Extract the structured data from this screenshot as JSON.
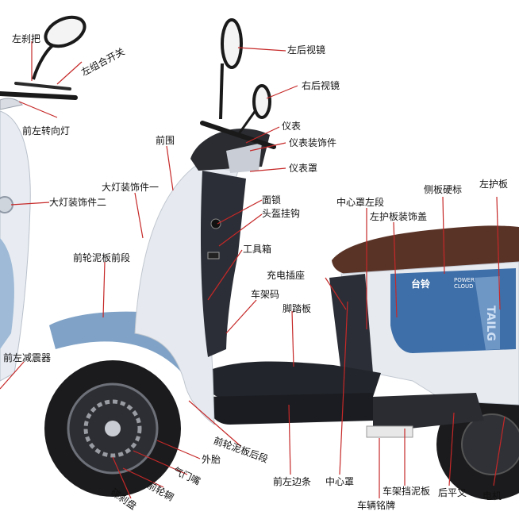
{
  "labels": {
    "zuo_sha_ba": "左刹把",
    "zuo_zu_he_kai_guan": "左组合开关",
    "qian_zuo_zhuan_xiang_deng": "前左转向灯",
    "zuo_hou_shi_jing": "左后视镜",
    "you_hou_shi_jing": "右后视镜",
    "yi_biao": "仪表",
    "yi_biao_zhuang_shi_jian": "仪表装饰件",
    "yi_biao_zhao": "仪表罩",
    "qian_wei": "前围",
    "da_deng_zhuang_shi_jian_yi": "大灯装饰件一",
    "da_deng_zhuang_shi_jian_er": "大灯装饰件二",
    "mian_suo": "面锁",
    "tou_kui_gua_gou": "头盔挂钩",
    "gong_ju_xiang": "工具箱",
    "qian_lun_ni_ban_qian_duan": "前轮泥板前段",
    "chong_dian_cha_zuo": "充电插座",
    "che_jia_ma": "车架码",
    "jiao_ta_ban": "脚踏板",
    "zhong_xin_zhao_zuo_duan": "中心罩左段",
    "zuo_hu_ban_zhuang_shi_gai": "左护板装饰盖",
    "ce_ban_ying_biao": "侧板硬标",
    "zuo_hu_ban": "左护板",
    "qian_zuo_jian_zhen_qi": "前左减震器",
    "qian_lun_ni_ban_hou_duan": "前轮泥板后段",
    "wai_tai": "外胎",
    "qi_men_zui": "气门嘴",
    "qian_lun_gu": "前轮辋",
    "die_sha_pan": "碟刹盘",
    "qian_zuo_bian_tiao": "前左边条",
    "zhong_xin_zhao": "中心罩",
    "che_jia_dang_ni_ban": "车架挡泥板",
    "che_liang_ming_pai": "车辆铭牌",
    "hou_ping_cha": "后平叉",
    "dian_ji": "电机"
  },
  "decal": {
    "brand": "台铃",
    "power_line1": "POWER",
    "power_line2": "CLOUD",
    "side_text": "TAILG"
  },
  "colors": {
    "body": "#e6eaf0",
    "dark_panel": "#2b2e36",
    "seat": "#5a3327",
    "blue": "#3f6fa8",
    "fender": "#7fa2c6",
    "leader": "#c62828"
  }
}
